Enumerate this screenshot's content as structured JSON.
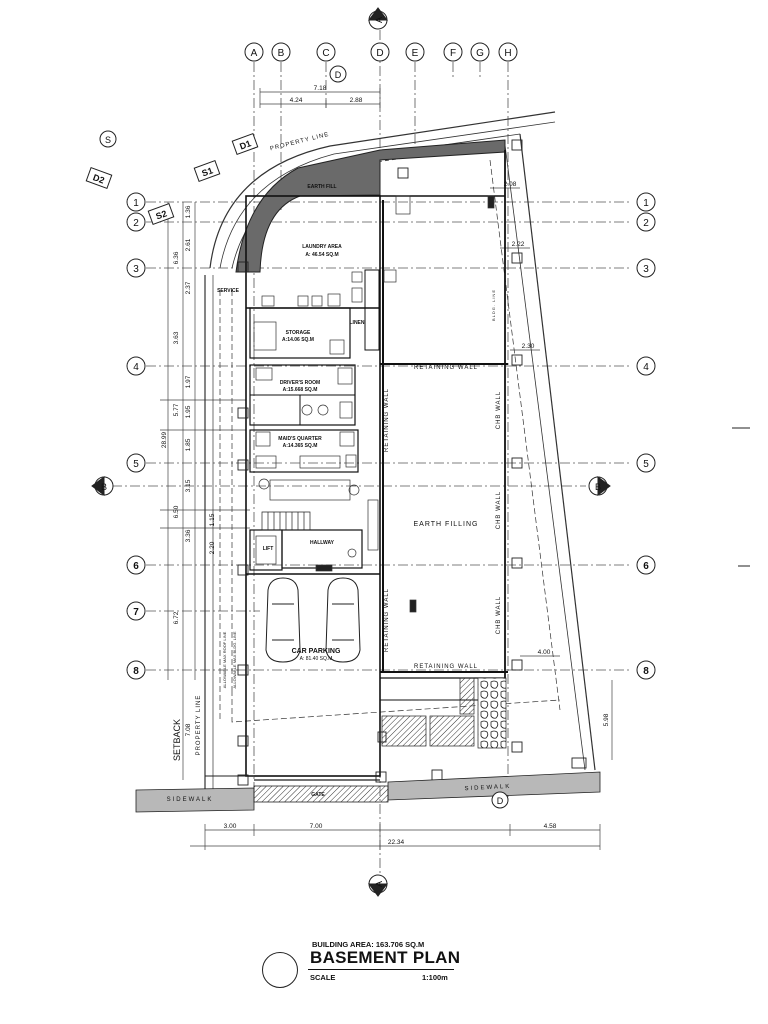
{
  "plan": {
    "title": "BASEMENT PLAN",
    "building_area": "BUILDING AREA: 163.706 SQ.M",
    "scale_label": "SCALE",
    "scale_value": "1:100m"
  },
  "grid": {
    "columns": [
      "A",
      "B",
      "C",
      "D",
      "E",
      "F",
      "G",
      "H"
    ],
    "rows": [
      "1",
      "2",
      "3",
      "4",
      "5",
      "6",
      "7",
      "8"
    ]
  },
  "section_marks": {
    "a": "A",
    "b": "B",
    "d_bottom": "D",
    "d_top": "D",
    "d1": "D1",
    "d2": "D2",
    "s": "S",
    "s1": "S1",
    "s2": "S2"
  },
  "rooms": {
    "earth_fill_top": "EARTH FILL",
    "laundry": "LAUNDRY AREA",
    "laundry_area": "A: 46.54 SQ.M",
    "storage": "STORAGE",
    "storage_area": "A:14.06 SQ.M",
    "drivers_room": "DRIVER'S ROOM",
    "drivers_area": "A:15.668 SQ.M",
    "maids_quarter": "MAID'S QUARTER",
    "maids_area": "A:14.365 SQ.M",
    "hallway": "HALLWAY",
    "lift": "LIFT",
    "linen": "LINEN",
    "car_parking": "CAR PARKING",
    "car_parking_area": "A: 81.40 SQ.M",
    "earth_filling": "EARTH FILLING",
    "gate": "GATE",
    "service": "SERVICE"
  },
  "wall_labels": {
    "property_line_top": "PROPERTY LINE",
    "property_line_left": "PROPERTY LINE",
    "retaining_wall": "RETAINING WALL",
    "chb_wall": "CHB WALL",
    "bldg_line": "BLDG. LINE",
    "setback": "SETBACK",
    "sidewalk": "SIDEWALK",
    "allowable_max_roof": "ALLOWABLE MAX ROOF LINE",
    "allowable_max_bldg": "ALLOWABLE MAX BLDG. LINE"
  },
  "dimensions": {
    "top_total": "7.18",
    "top_a": "4.24",
    "top_b": "2.88",
    "bottom_left": "3.00",
    "bottom_mid": "7.00",
    "bottom_right": "4.58",
    "bottom_total": "22.34",
    "left_total": "28.99",
    "left_1": "1.36",
    "left_2": "2.61",
    "left_3": "6.36",
    "left_4": "2.37",
    "left_5": "3.63",
    "left_6": "1.97",
    "left_7": "1.95",
    "left_8": "5.77",
    "left_9": "1.85",
    "left_10": "3.15",
    "left_11": "6.50",
    "left_12": "1.15",
    "left_13": "3.36",
    "left_14": "2.20",
    "left_15": "6.72",
    "left_16": "7.08",
    "right_1": "2.08",
    "right_2": "2.22",
    "right_3": "2.30",
    "right_4": "4.00",
    "right_5": "5.98"
  }
}
